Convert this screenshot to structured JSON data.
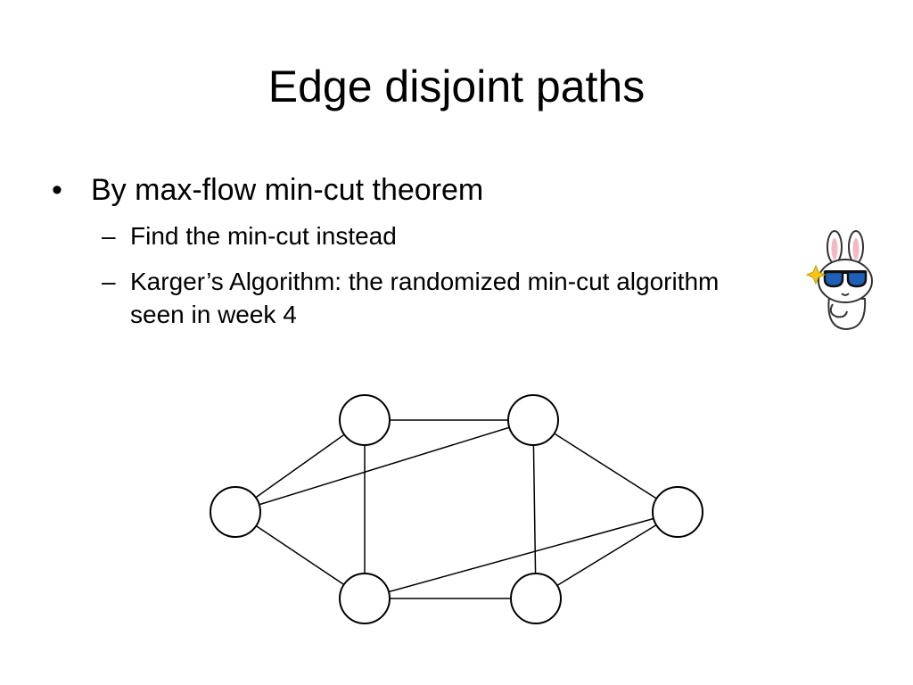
{
  "slide": {
    "title": "Edge disjoint paths",
    "bullets": [
      {
        "marker": "•",
        "text": "By max-flow min-cut theorem",
        "subitems": [
          {
            "marker": "–",
            "text": "Find the min-cut instead"
          },
          {
            "marker": "–",
            "text": "Karger’s Algorithm: the randomized min-cut algorithm seen in week 4"
          }
        ]
      }
    ]
  },
  "sticker": {
    "icon": "bunny-sunglasses-sticker"
  },
  "graph": {
    "nodes": [
      "n1",
      "n2",
      "n3",
      "n4",
      "n5",
      "n6"
    ],
    "edges": [
      [
        "n1",
        "n2"
      ],
      [
        "n1",
        "n3"
      ],
      [
        "n1",
        "n5"
      ],
      [
        "n2",
        "n3"
      ],
      [
        "n2",
        "n5"
      ],
      [
        "n3",
        "n4"
      ],
      [
        "n3",
        "n6"
      ],
      [
        "n4",
        "n5"
      ],
      [
        "n4",
        "n6"
      ],
      [
        "n5",
        "n6"
      ]
    ]
  }
}
